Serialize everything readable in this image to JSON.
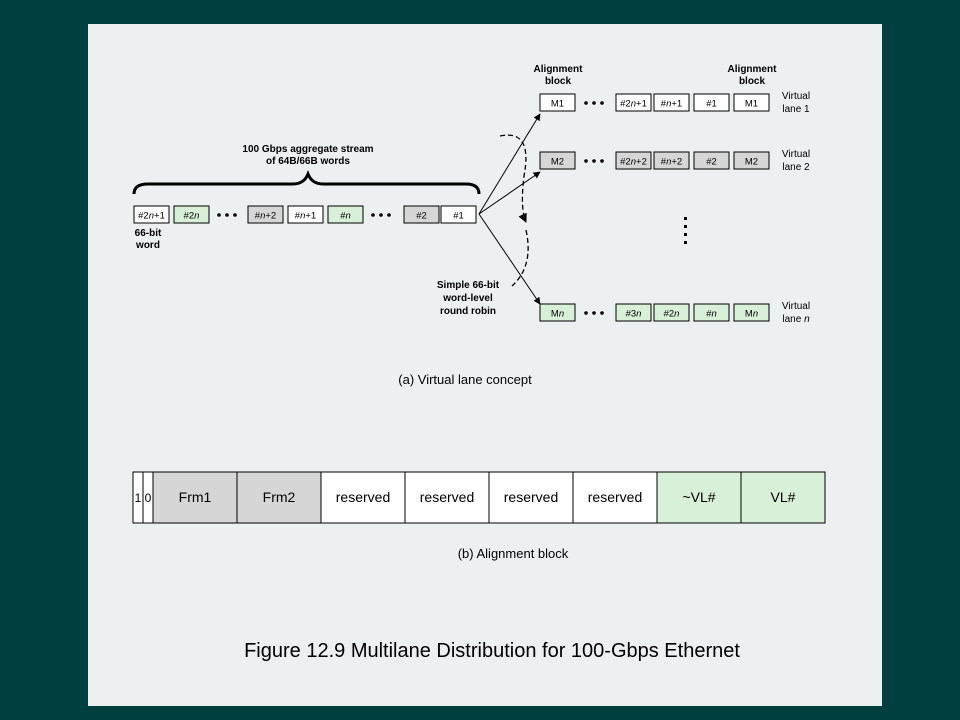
{
  "colors": {
    "background": "#003f3f",
    "panel": "#ecf0f0",
    "cell_white": "#ffffff",
    "cell_gray": "#d6d6d6",
    "cell_green": "#d8efd8"
  },
  "diagram_a": {
    "stream_label_line1": "100 Gbps aggregate stream",
    "stream_label_line2": "of 64B/66B words",
    "word_label_line1": "66-bit",
    "word_label_line2": "word",
    "round_robin_line1": "Simple 66-bit",
    "round_robin_line2": "word-level",
    "round_robin_line3": "round robin",
    "alignment_left_line1": "Alignment",
    "alignment_left_line2": "block",
    "alignment_right_line1": "Alignment",
    "alignment_right_line2": "block",
    "caption": "(a) Virtual lane concept",
    "stream_cells": [
      {
        "pre": "#2",
        "it": "n",
        "post": "+1",
        "fill": "white"
      },
      {
        "pre": "#2",
        "it": "n",
        "post": "",
        "fill": "green"
      },
      {
        "pre": "#",
        "it": "n",
        "post": "+2",
        "fill": "gray"
      },
      {
        "pre": "#",
        "it": "n",
        "post": "+1",
        "fill": "white"
      },
      {
        "pre": "#",
        "it": "n",
        "post": "",
        "fill": "green"
      },
      {
        "pre": "#2",
        "it": "",
        "post": "",
        "fill": "gray"
      },
      {
        "pre": "#1",
        "it": "",
        "post": "",
        "fill": "white"
      }
    ],
    "lanes": [
      {
        "cells": [
          {
            "pre": "M1",
            "it": "",
            "post": "",
            "fill": "white"
          },
          {
            "pre": "#2",
            "it": "n",
            "post": "+1",
            "fill": "white"
          },
          {
            "pre": "#",
            "it": "n",
            "post": "+1",
            "fill": "white"
          },
          {
            "pre": "#1",
            "it": "",
            "post": "",
            "fill": "white"
          },
          {
            "pre": "M1",
            "it": "",
            "post": "",
            "fill": "white"
          }
        ],
        "label_line1": "Virtual",
        "label_line2_pre": "lane 1",
        "label_line2_it": ""
      },
      {
        "cells": [
          {
            "pre": "M2",
            "it": "",
            "post": "",
            "fill": "gray"
          },
          {
            "pre": "#2",
            "it": "n",
            "post": "+2",
            "fill": "gray"
          },
          {
            "pre": "#",
            "it": "n",
            "post": "+2",
            "fill": "gray"
          },
          {
            "pre": "#2",
            "it": "",
            "post": "",
            "fill": "gray"
          },
          {
            "pre": "M2",
            "it": "",
            "post": "",
            "fill": "gray"
          }
        ],
        "label_line1": "Virtual",
        "label_line2_pre": "lane 2",
        "label_line2_it": ""
      },
      {
        "cells": [
          {
            "pre": "M",
            "it": "n",
            "post": "",
            "fill": "green"
          },
          {
            "pre": "#3",
            "it": "n",
            "post": "",
            "fill": "green"
          },
          {
            "pre": "#2",
            "it": "n",
            "post": "",
            "fill": "green"
          },
          {
            "pre": "#",
            "it": "n",
            "post": "",
            "fill": "green"
          },
          {
            "pre": "M",
            "it": "n",
            "post": "",
            "fill": "green"
          }
        ],
        "label_line1": "Virtual",
        "label_line2_pre": "lane ",
        "label_line2_it": "n"
      }
    ]
  },
  "diagram_b": {
    "bits": [
      "1",
      "0"
    ],
    "fields": [
      {
        "label": "Frm1",
        "fill": "gray"
      },
      {
        "label": "Frm2",
        "fill": "gray"
      },
      {
        "label": "reserved",
        "fill": "white"
      },
      {
        "label": "reserved",
        "fill": "white"
      },
      {
        "label": "reserved",
        "fill": "white"
      },
      {
        "label": "reserved",
        "fill": "white"
      },
      {
        "label": "~VL#",
        "fill": "green"
      },
      {
        "label": "VL#",
        "fill": "green"
      }
    ],
    "caption": "(b) Alignment block"
  },
  "figure_title": "Figure 12.9 Multilane Distribution for 100-Gbps Ethernet"
}
